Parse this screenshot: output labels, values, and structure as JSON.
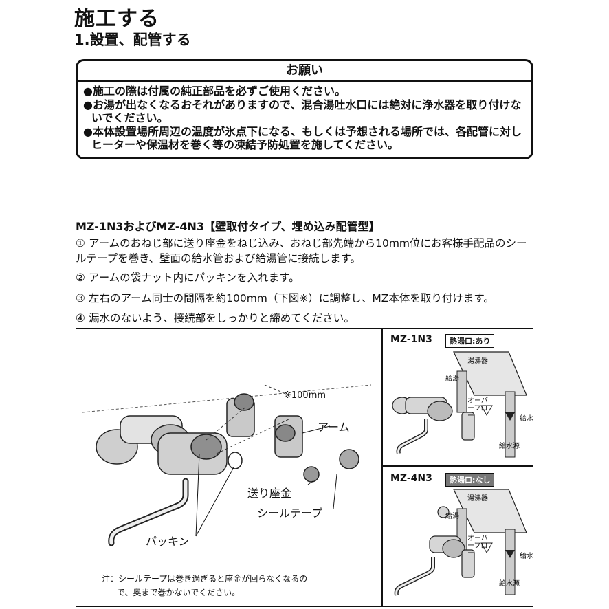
{
  "header": {
    "title": "施工する",
    "subtitle": "1.設置、配管する"
  },
  "notice": {
    "heading": "お願い",
    "items": [
      "●施工の際は付属の純正部品を必ずご使用ください。",
      "●お湯が出なくなるおそれがありますので、混合湯吐水口には絶対に浄水器を取り付けないでください。",
      "●本体設置場所周辺の温度が氷点下になる、もしくは予想される場所では、各配管に対しヒーターや保温材を巻く等の凍結予防処置を施してください。"
    ]
  },
  "models": {
    "heading": "MZ-1N3およびMZ-4N3【壁取付タイプ、埋め込み配管型】",
    "steps": [
      {
        "num": "①",
        "text": "アームのおねじ部に送り座金をねじ込み、おねじ部先端から10mm位にお客様手配品のシールテープを巻き、壁面の給水管および給湯管に接続します。"
      },
      {
        "num": "②",
        "text": "アームの袋ナット内にパッキンを入れます。"
      },
      {
        "num": "③",
        "text": "左右のアーム同士の間隔を約100mm（下図※）に調整し、MZ本体を取り付けます。"
      },
      {
        "num": "④",
        "text": "漏水のないよう、接続部をしっかりと締めてください。"
      }
    ]
  },
  "figure": {
    "dim_label": "※100mm",
    "arm_label": "アーム",
    "washer_label": "送り座金",
    "tape_label": "シールテープ",
    "packing_label": "パッキン",
    "note_line1": "注：シールテープは巻き過ぎると座金が回らなくなるの",
    "note_line2": "で、奥まで巻かないでください。"
  },
  "panel_1n3": {
    "model": "MZ-1N3",
    "tag": "熱湯口:あり",
    "heater": "湯沸器",
    "hot_supply": "給湯",
    "overflow": "オーバーフロー",
    "water": "給水",
    "source": "給水源"
  },
  "panel_4n3": {
    "model": "MZ-4N3",
    "tag": "熱湯口:なし",
    "heater": "湯沸器",
    "hot_supply": "給湯",
    "overflow": "オーバーフロー",
    "water": "給水",
    "source": "給水源"
  },
  "colors": {
    "tag_1n3_bg": "#ffffff",
    "tag_4n3_bg": "#777777",
    "heater_fill": "#e6e6e6"
  }
}
